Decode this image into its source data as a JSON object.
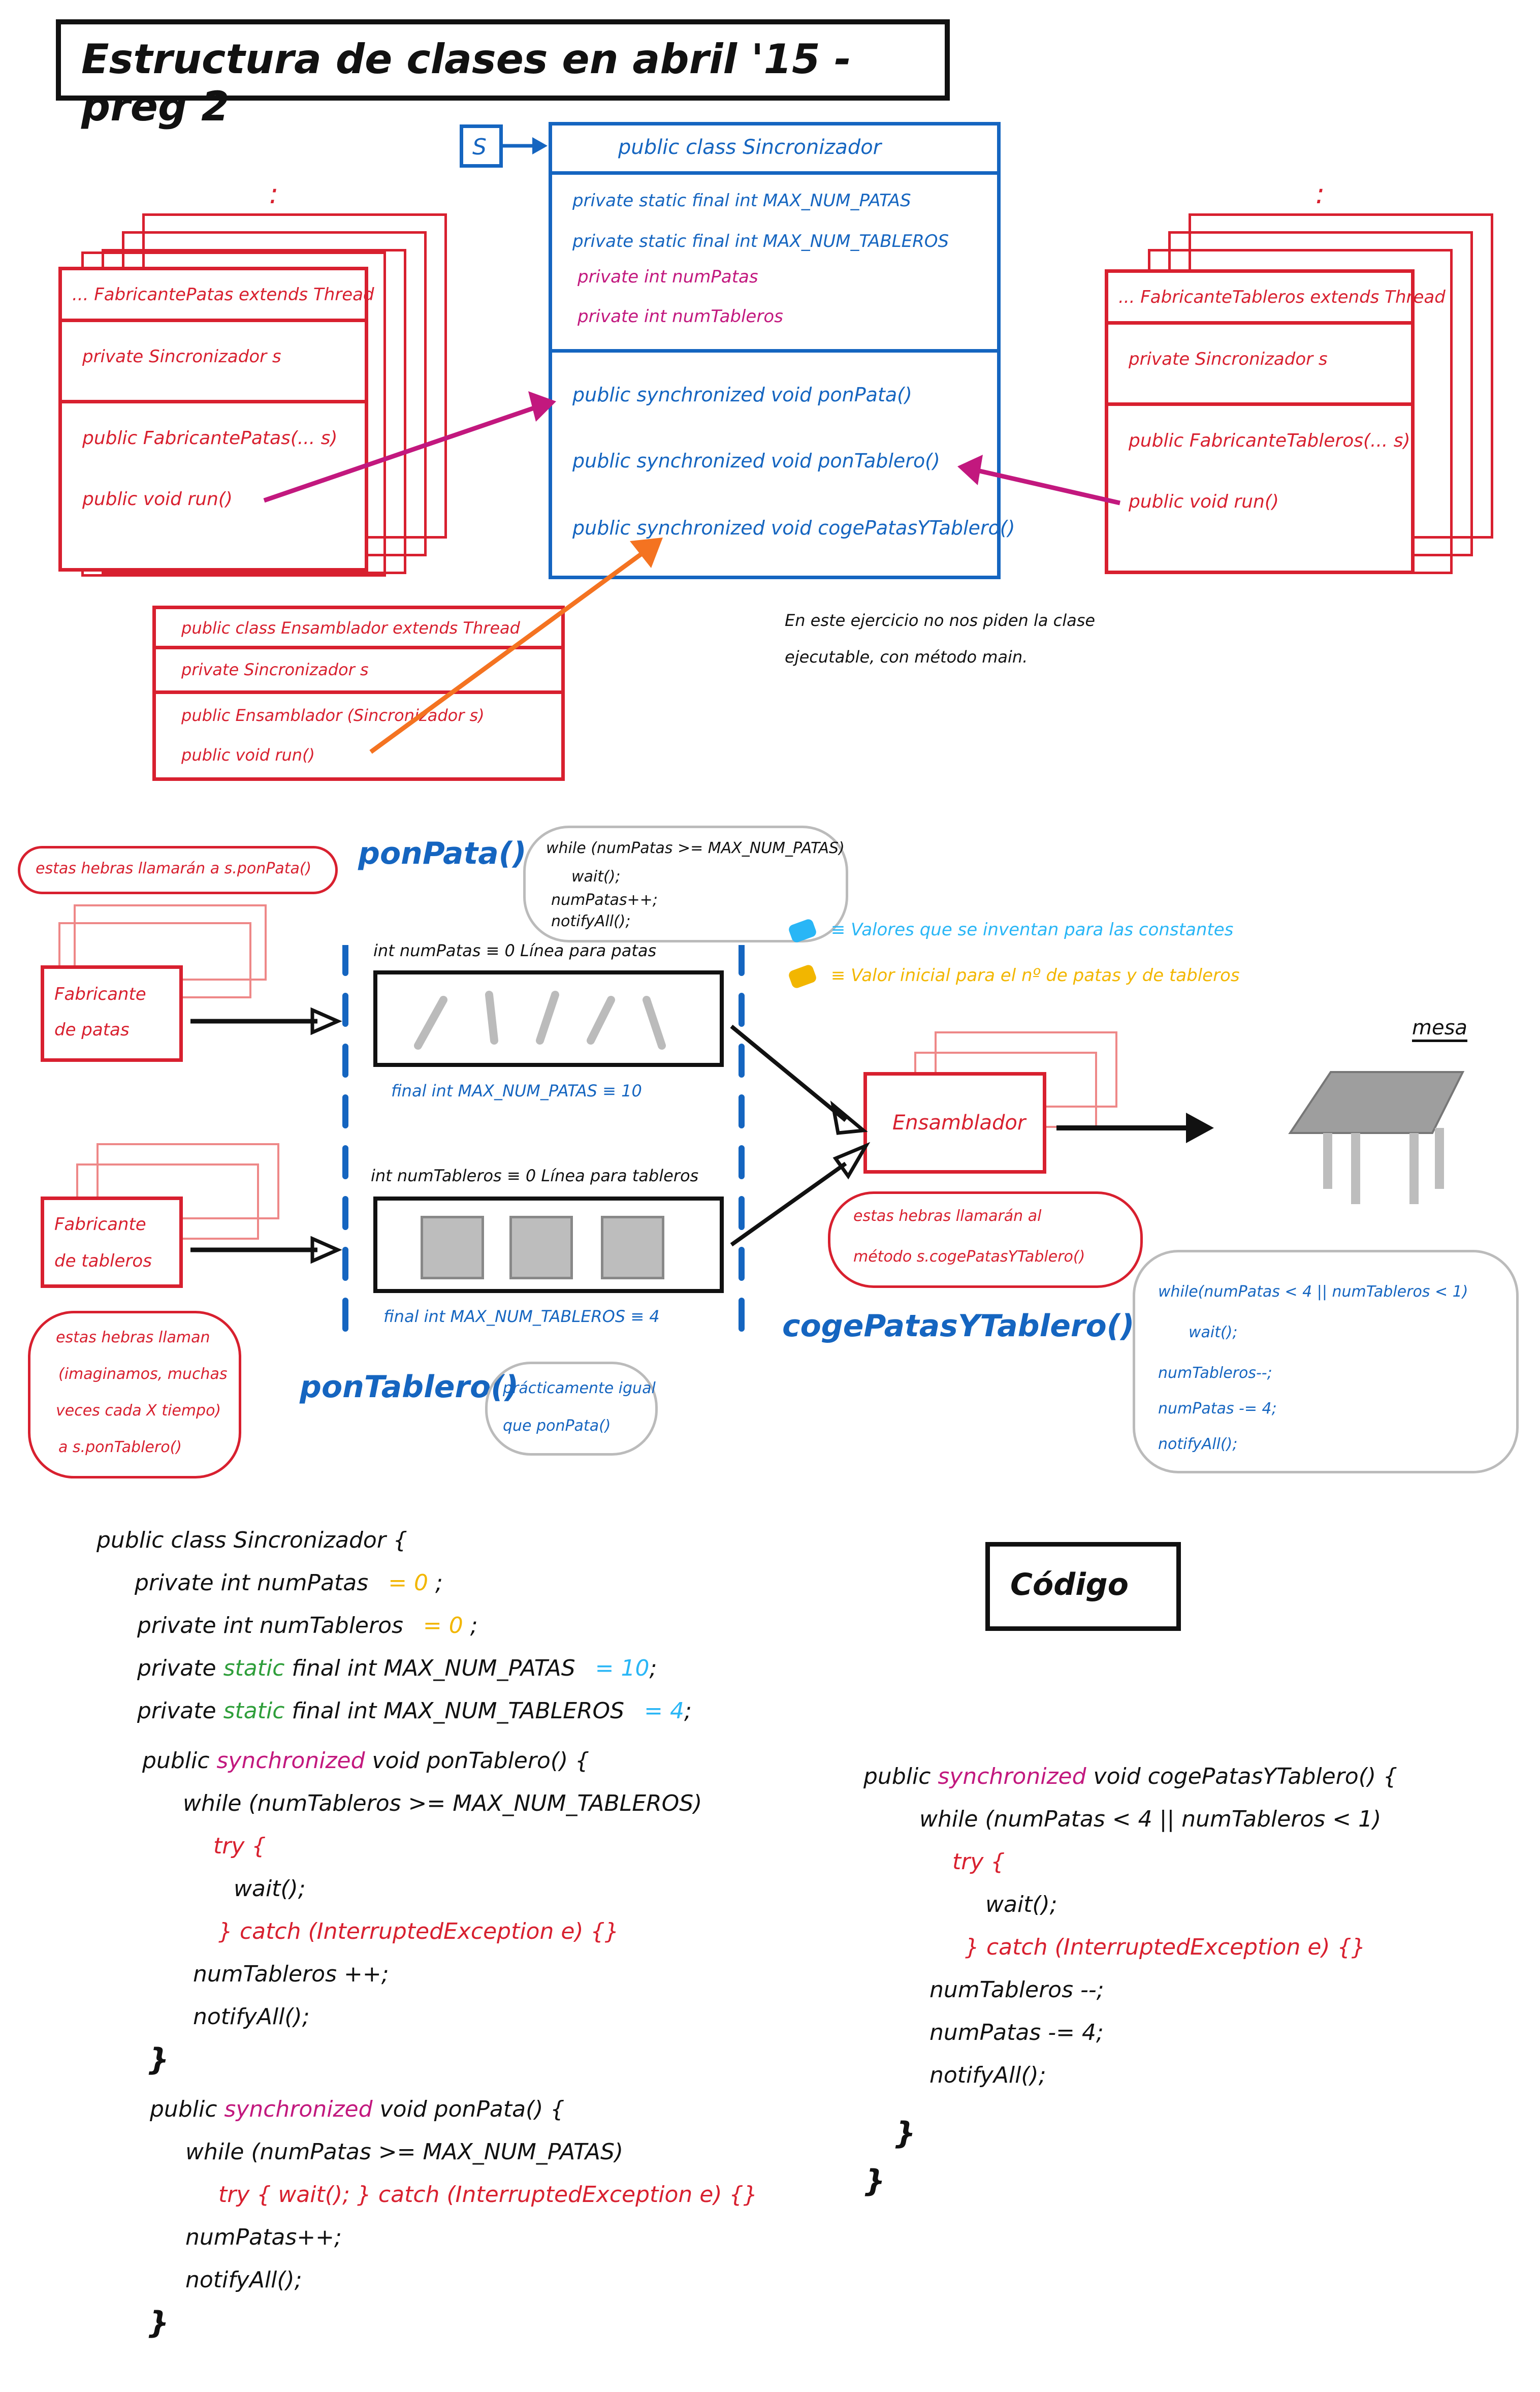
{
  "title": "Estructura de clases en abril '15 - preg 2",
  "sincronizador_class": {
    "tag": "S",
    "header": "public class Sincronizador",
    "fields": [
      "private static final int MAX_NUM_PATAS",
      "private static final int MAX_NUM_TABLEROS",
      "private int numPatas",
      "private int numTableros"
    ],
    "methods": [
      "public synchronized void ponPata()",
      "public synchronized void ponTablero()",
      "public synchronized void cogePatasYTablero()"
    ]
  },
  "fabricante_patas_class": {
    "dots": ":",
    "header": "... FabricantePatas extends Thread",
    "field": "private Sincronizador s",
    "constructor": "public FabricantePatas(... s)",
    "run": "public void run()"
  },
  "fabricante_tableros_class": {
    "dots": ":",
    "header": "... FabricanteTableros extends Thread",
    "field": "private Sincronizador s",
    "constructor": "public FabricanteTableros(... s)",
    "run": "public void run()"
  },
  "ensamblador_class": {
    "header": "public class Ensamblador extends Thread",
    "field": "private Sincronizador s",
    "constructor": "public Ensamblador (Sincronizador s)",
    "run": "public void run()"
  },
  "note_main": [
    "En este ejercicio no nos piden la clase",
    "ejecutable, con método main."
  ],
  "flow": {
    "note_patas_threads": "estas hebras llamarán a s.ponPata()",
    "ponpata_title": "ponPata()",
    "ponpata_code": [
      "while (numPatas >= MAX_NUM_PATAS)",
      "wait();",
      "numPatas++;",
      "notifyAll();"
    ],
    "linea_patas": "int numPatas ≡ 0   Línea para patas",
    "final_patas": "final int MAX_NUM_PATAS ≡ 10",
    "fabricante_patas": [
      "Fabricante",
      "de patas"
    ],
    "legend_cyan": "≡ Valores que se inventan para las constantes",
    "legend_yellow": "≡ Valor inicial para el nº de patas y de tableros",
    "mesa": "mesa",
    "ensamblador": "Ensamblador",
    "ensamblador_note": [
      "estas hebras llamarán al",
      "método s.cogePatasYTablero()"
    ],
    "linea_tableros": "int numTableros ≡ 0   Línea para tableros",
    "final_tableros": "final int MAX_NUM_TABLEROS ≡ 4",
    "fabricante_tableros": [
      "Fabricante",
      "de tableros"
    ],
    "tableros_note": [
      "estas hebras llaman",
      "(imaginamos, muchas",
      "veces cada X tiempo)",
      "a s.ponTablero()"
    ],
    "pontablero_title": "ponTablero()",
    "pontablero_note": [
      "prácticamente igual",
      "que ponPata()"
    ],
    "coge_title": "cogePatasYTablero()",
    "coge_code": [
      "while(numPatas < 4 || numTableros < 1)",
      "wait();",
      "numTableros--;",
      "numPatas -= 4;",
      "notifyAll();"
    ]
  },
  "codigo_label": "Código",
  "code_left": {
    "class_line": "public class Sincronizador {",
    "f1": "private int numPatas",
    "f1v": "= 0",
    "f2": "private int numTableros",
    "f2v": "= 0",
    "f3a": "private",
    "f3b": "static",
    "f3c": "final int MAX_NUM_PATAS",
    "f3v": "= 10",
    "f4a": "private",
    "f4b": "static",
    "f4c": "final int MAX_NUM_TABLEROS",
    "f4v": "= 4",
    "m1a": "public",
    "m1b": "synchronized",
    "m1c": "void ponTablero() {",
    "m1w": "while (numTableros >= MAX_NUM_TABLEROS)",
    "m1try": "try {",
    "m1wait": "wait();",
    "m1catch": "} catch (InterruptedException e) {}",
    "m1inc": "numTableros ++;",
    "m1notify": "notifyAll();",
    "m1close": "}",
    "m2a": "public",
    "m2b": "synchronized",
    "m2c": "void ponPata() {",
    "m2w": "while (numPatas >= MAX_NUM_PATAS)",
    "m2try": "try { wait();",
    "m2catch": "} catch (InterruptedException e) {}",
    "m2inc": "numPatas++;",
    "m2notify": "notifyAll();",
    "m2close": "}"
  },
  "code_right": {
    "m3a": "public",
    "m3b": "synchronized",
    "m3c": "void cogePatasYTablero() {",
    "m3w": "while (numPatas < 4 || numTableros < 1)",
    "m3try": "try {",
    "m3wait": "wait();",
    "m3catch": "} catch (InterruptedException e) {}",
    "m3dec1": "numTableros --;",
    "m3dec2": "numPatas -= 4;",
    "m3notify": "notifyAll();",
    "close1": "}",
    "close2": "}"
  },
  "colors": {
    "red": "#d8202f",
    "blue": "#1565c0",
    "magenta": "#c2187e",
    "orange": "#f47321",
    "green": "#2e9e3a",
    "cyan": "#29b6f6",
    "yellow": "#f2b600"
  }
}
